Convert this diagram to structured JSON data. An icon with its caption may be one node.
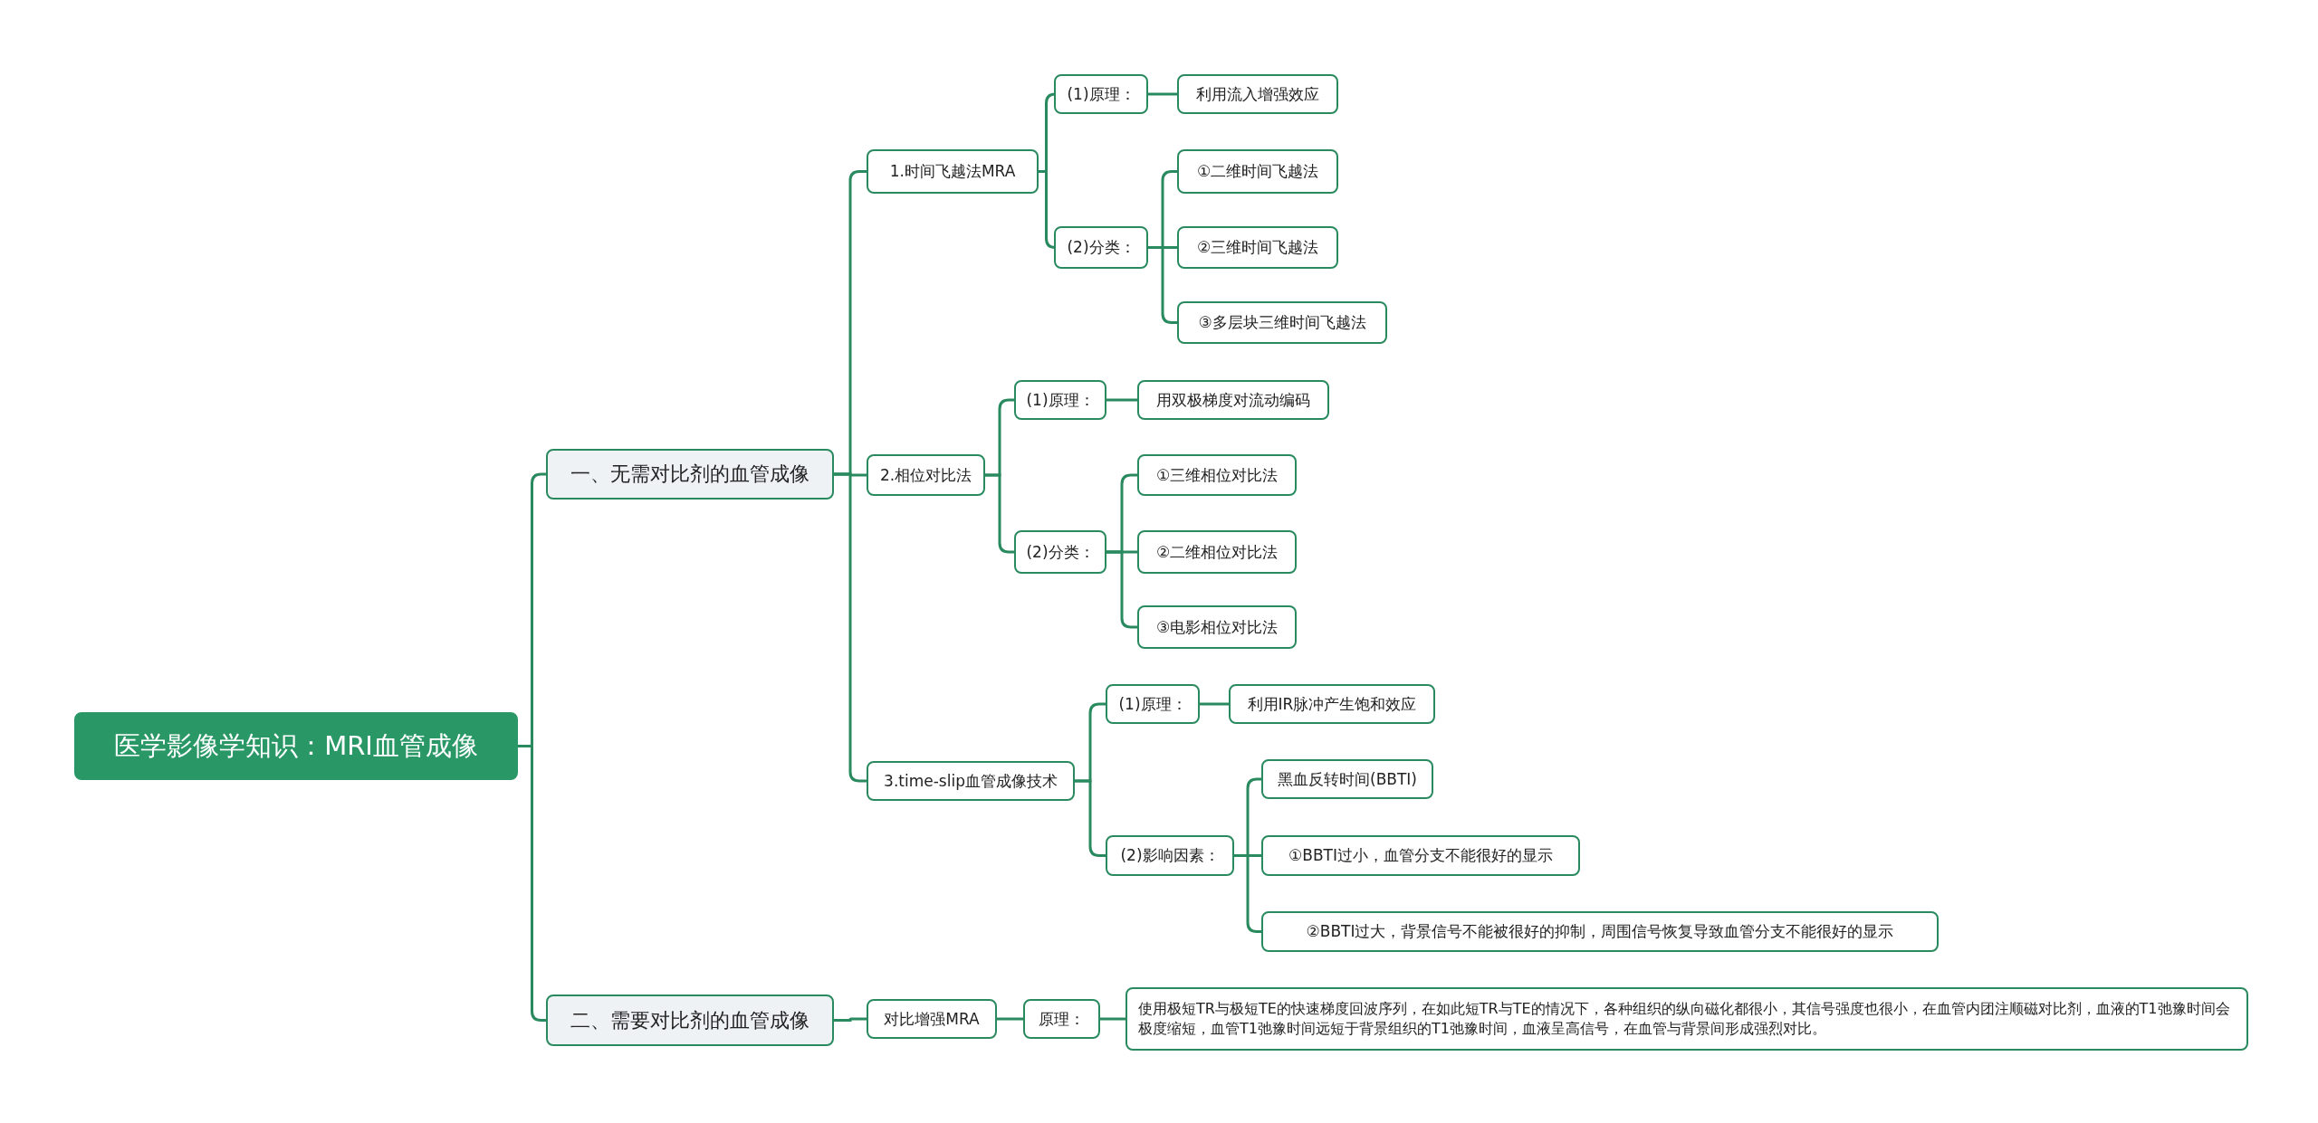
{
  "diagram": {
    "nodes": [
      {
        "text": [
          "医学影像学知识：MRI血管成像"
        ]
      },
      {
        "text": [
          "一、无需对比剂的血管成像"
        ]
      },
      {
        "text": [
          "1.时间飞越法MRA"
        ]
      },
      {
        "text": [
          "(1)原理："
        ]
      },
      {
        "text": [
          "利用流入增强效应"
        ]
      },
      {
        "text": [
          "(2)分类："
        ]
      },
      {
        "text": [
          "①二维时间飞越法"
        ]
      },
      {
        "text": [
          "②三维时间飞越法"
        ]
      },
      {
        "text": [
          "③多层块三维时间飞越法"
        ]
      },
      {
        "text": [
          "2.相位对比法"
        ]
      },
      {
        "text": [
          "(1)原理："
        ]
      },
      {
        "text": [
          "用双极梯度对流动编码"
        ]
      },
      {
        "text": [
          "(2)分类："
        ]
      },
      {
        "text": [
          "①三维相位对比法"
        ]
      },
      {
        "text": [
          "②二维相位对比法"
        ]
      },
      {
        "text": [
          "③电影相位对比法"
        ]
      },
      {
        "text": [
          "3.time-slip血管成像技术"
        ]
      },
      {
        "text": [
          "(1)原理："
        ]
      },
      {
        "text": [
          "利用IR脉冲产生饱和效应"
        ]
      },
      {
        "text": [
          "(2)影响因素："
        ]
      },
      {
        "text": [
          "黑血反转时间(BBTI)"
        ]
      },
      {
        "text": [
          "①BBTI过小，血管分支不能很好的显示"
        ]
      },
      {
        "text": [
          "②BBTI过大，背景信号不能被很好的抑制，周围信号恢复导致血管分支不能很好的显示"
        ]
      },
      {
        "text": [
          "二、需要对比剂的血管成像"
        ]
      },
      {
        "text": [
          "对比增强MRA"
        ]
      },
      {
        "text": [
          "原理："
        ]
      },
      {
        "text": [
          "使用极短TR与极短TE的快速梯度回波序列，在如此短TR与TE的情况下，各种组织的纵向磁化都很小，其信号强度也很小，在血管内团注顺磁对比剂，血液的T1弛豫时间会极度缩短，血管T1弛豫时间远短于背景组织的T1弛豫时间，血液呈高信号，在血管与背景间形成强烈对比。"
        ]
      }
    ],
    "edges": [
      {
        "from": 0,
        "to": 1,
        "arrow": "none"
      },
      {
        "from": 0,
        "to": 23,
        "arrow": "none"
      },
      {
        "from": 1,
        "to": 2,
        "arrow": "none"
      },
      {
        "from": 1,
        "to": 9,
        "arrow": "none"
      },
      {
        "from": 1,
        "to": 16,
        "arrow": "none"
      },
      {
        "from": 2,
        "to": 3,
        "arrow": "none"
      },
      {
        "from": 2,
        "to": 5,
        "arrow": "none"
      },
      {
        "from": 3,
        "to": 4,
        "arrow": "none"
      },
      {
        "from": 5,
        "to": 6,
        "arrow": "none"
      },
      {
        "from": 5,
        "to": 7,
        "arrow": "none"
      },
      {
        "from": 5,
        "to": 8,
        "arrow": "none"
      },
      {
        "from": 9,
        "to": 10,
        "arrow": "none"
      },
      {
        "from": 9,
        "to": 12,
        "arrow": "none"
      },
      {
        "from": 10,
        "to": 11,
        "arrow": "none"
      },
      {
        "from": 12,
        "to": 13,
        "arrow": "none"
      },
      {
        "from": 12,
        "to": 14,
        "arrow": "none"
      },
      {
        "from": 12,
        "to": 15,
        "arrow": "none"
      },
      {
        "from": 16,
        "to": 17,
        "arrow": "none"
      },
      {
        "from": 16,
        "to": 19,
        "arrow": "none"
      },
      {
        "from": 17,
        "to": 18,
        "arrow": "none"
      },
      {
        "from": 19,
        "to": 20,
        "arrow": "none"
      },
      {
        "from": 19,
        "to": 21,
        "arrow": "none"
      },
      {
        "from": 19,
        "to": 22,
        "arrow": "none"
      },
      {
        "from": 23,
        "to": 24,
        "arrow": "none"
      },
      {
        "from": 24,
        "to": 25,
        "arrow": "none"
      },
      {
        "from": 25,
        "to": 26,
        "arrow": "none"
      }
    ]
  }
}
